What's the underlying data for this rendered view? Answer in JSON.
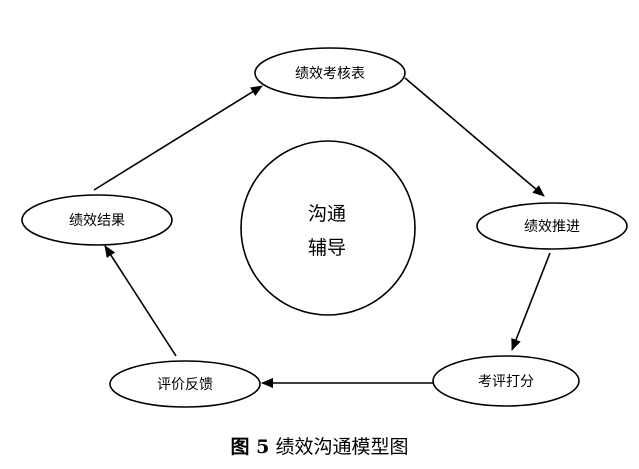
{
  "diagram": {
    "nodes": {
      "top": "绩效考核表",
      "right": "绩效推进",
      "bottom_right": "考评打分",
      "bottom_left": "评价反馈",
      "left": "绩效结果"
    },
    "center": {
      "line1": "沟通",
      "line2": "辅导"
    }
  },
  "caption": {
    "number": "图 5",
    "title": "绩效沟通模型图"
  }
}
